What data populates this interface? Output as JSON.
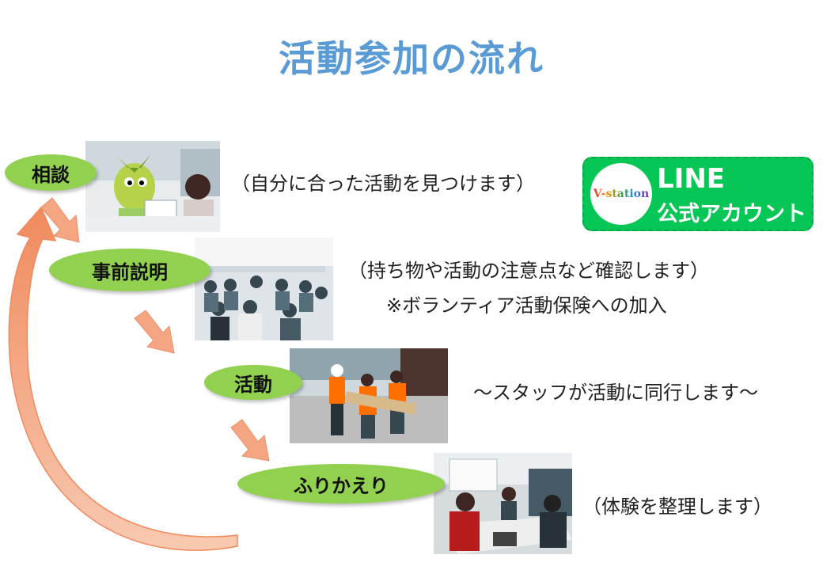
{
  "title": "活動参加の流れ",
  "steps": [
    {
      "label": "相談",
      "desc": "（自分に合った活動を見つけます）"
    },
    {
      "label": "事前説明",
      "desc": "（持ち物や活動の注意点など確認します）",
      "note": "※ボランティア活動保険への加入"
    },
    {
      "label": "活動",
      "desc": "〜スタッフが活動に同行します〜"
    },
    {
      "label": "ふりかえり",
      "desc": "（体験を整理します）"
    }
  ],
  "line_badge": {
    "logo_text": "V-station",
    "main": "LINE",
    "sub": "公式アカウント"
  },
  "colors": {
    "title": "#5b9bd5",
    "pill": "#92d050",
    "arrow": "#f4a582",
    "line_green": "#06c755"
  }
}
